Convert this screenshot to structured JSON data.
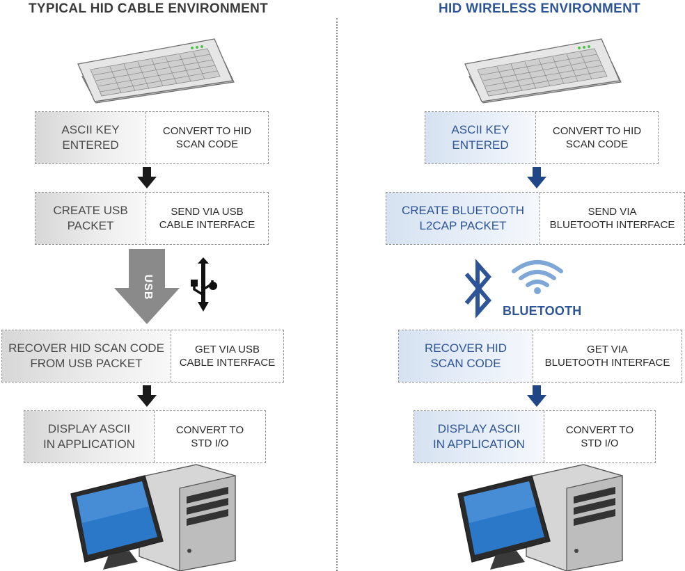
{
  "left": {
    "title": "TYPICAL HID CABLE ENVIRONMENT",
    "steps": [
      {
        "action": "ASCII KEY\nENTERED",
        "detail": "CONVERT TO HID\nSCAN CODE"
      },
      {
        "action": "CREATE USB\nPACKET",
        "detail": "SEND VIA USB\nCABLE INTERFACE"
      },
      {
        "action": "RECOVER HID SCAN CODE\nFROM USB PACKET",
        "detail": "GET VIA USB\nCABLE INTERFACE"
      },
      {
        "action": "DISPLAY ASCII\nIN APPLICATION",
        "detail": "CONVERT TO\nSTD I/O"
      }
    ],
    "link_label": "USB",
    "link_icon": "usb-icon"
  },
  "right": {
    "title": "HID WIRELESS ENVIRONMENT",
    "steps": [
      {
        "action": "ASCII KEY\nENTERED",
        "detail": "CONVERT TO HID\nSCAN CODE"
      },
      {
        "action": "CREATE BLUETOOTH\nL2CAP PACKET",
        "detail": "SEND VIA\nBLUETOOTH INTERFACE"
      },
      {
        "action": "RECOVER HID\nSCAN CODE",
        "detail": "GET VIA\nBLUETOOTH INTERFACE"
      },
      {
        "action": "DISPLAY ASCII\nIN APPLICATION",
        "detail": "CONVERT TO\nSTD I/O"
      }
    ],
    "link_label": "BLUETOOTH",
    "link_icons": [
      "bluetooth-icon",
      "wireless-signal-icon"
    ]
  },
  "colors": {
    "left_heading": "#3a3a3a",
    "right_heading": "#2c5497",
    "left_arrow": "#1a1a1a",
    "right_arrow": "#1f4687",
    "usb_arrow": "#8a8a8a",
    "screen": "#2b78c9",
    "bluetooth": "#2c5497"
  }
}
